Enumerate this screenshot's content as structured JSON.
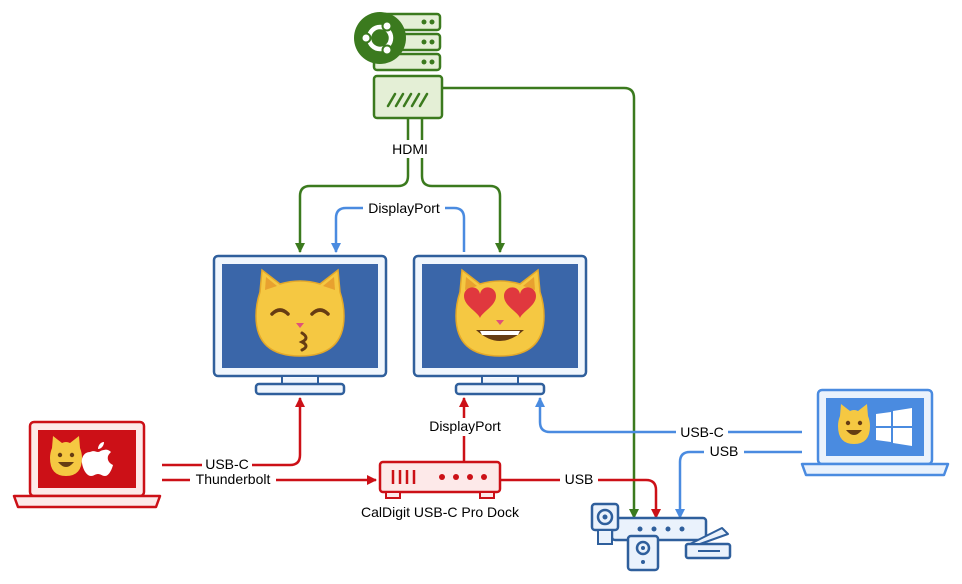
{
  "colors": {
    "green": "#3b7a1e",
    "green_light": "#e4efd6",
    "blue": "#4a8be0",
    "blue_dark": "#2f5f9c",
    "red": "#cc1017",
    "screen_blue": "#3a66a9",
    "cat_yellow": "#f5c842"
  },
  "icons": {
    "server": "ubuntu-server-icon",
    "left_monitor": "kissing-cat-face-icon",
    "right_monitor": "heart-eyes-cat-face-icon",
    "mac_laptop": "mac-laptop-with-grinning-cat-icon",
    "windows_laptop": "windows-laptop-with-grinning-cat-icon",
    "dock": "usb-dock-icon",
    "peripherals": "usb-peripherals-icon"
  },
  "labels": {
    "hdmi": "HDMI",
    "displayport_top": "DisplayPort",
    "displayport_dock": "DisplayPort",
    "usb_c_mac": "USB-C",
    "thunderbolt": "Thunderbolt",
    "dock_name": "CalDigit USB-C Pro Dock",
    "usb_dock": "USB",
    "usb_c_win": "USB-C",
    "usb_win": "USB"
  }
}
